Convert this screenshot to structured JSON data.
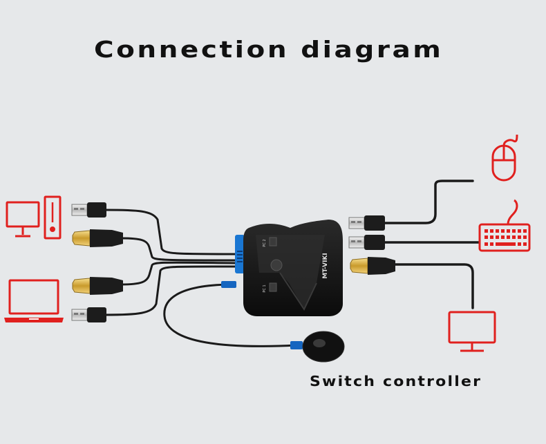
{
  "title": "Connection diagram",
  "caption": "Switch controller",
  "device": {
    "brand": "MT-VIKI",
    "port_1_label": "PC 1",
    "port_2_label": "PC 2"
  },
  "colors": {
    "background": "#e6e8ea",
    "device_icon": "#e0201e",
    "cable": "#1a1a1a",
    "accent_blue": "#1565c0"
  },
  "icons": [
    "desktop-pc-icon",
    "laptop-icon",
    "mouse-icon",
    "keyboard-icon",
    "monitor-icon"
  ]
}
